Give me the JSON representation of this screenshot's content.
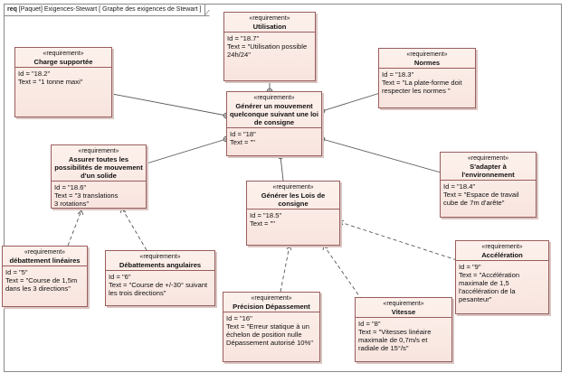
{
  "frame": {
    "keyword": "req",
    "label": "[Paquet] Exigences-Stewart [ Graphe des exigences de Stewart ]"
  },
  "stereotype": "«requirement»",
  "requirements": {
    "r18_7": {
      "name": "Utilisation",
      "id": "Id = \"18.7\"",
      "text": "Text = \"Utilisation possible 24h/24\""
    },
    "r18_2": {
      "name": "Charge supportée",
      "id": "Id = \"18.2\"",
      "text": "Text = \"1 tonne maxi\""
    },
    "r18_3": {
      "name": "Normes",
      "id": "Id = \"18.3\"",
      "text": "Text = \"La plate-forme doit respecter les normes \""
    },
    "r18": {
      "name": "Générer un mouvement quelconque suivant une loi de consigne",
      "id": "Id = \"18\"",
      "text": "Text = \"\""
    },
    "r18_6": {
      "name": "Assurer toutes les possibilités de mouvement d'un solide",
      "id": "Id = \"18.6\"",
      "text": "Text = \"3 translations\n3 rotations\""
    },
    "r18_4": {
      "name": "S'adapter à l'environnement",
      "id": "Id = \"18.4\"",
      "text": "Text = \"Espace de travail cube de 7m d'arête\""
    },
    "r18_5": {
      "name": "Générer les Lois de consigne",
      "id": "Id = \"18.5\"",
      "text": "Text = \"\""
    },
    "r5": {
      "name": "débattement linéaires",
      "id": "Id = \"5\"",
      "text": "Text = \"Course de 1,5m dans les 3 directions\""
    },
    "r6": {
      "name": "Débattements angulaires",
      "id": "Id = \"6\"",
      "text": "Text = \"Course de +/-30° suivant les trois directions\""
    },
    "r9": {
      "name": "Accélération",
      "id": "Id = \"9\"",
      "text": "Text = \"Accélération maximale de 1,5 l'accélération de la pesanteur\""
    },
    "r16": {
      "name": "Précision Dépassement",
      "id": "Id = \"16\"",
      "text": "Text = \"Erreur statique à un échelon de position nulle Dépassement autorisé 10%\""
    },
    "r8": {
      "name": "Vitesse",
      "id": "Id = \"8\"",
      "text": "Text = \"Vitesses linéaire maximale de 0,7m/s et radiale de 15°/s\""
    }
  },
  "colors": {
    "box_border": "#9a5d5d",
    "box_fill": "#fdf1ec",
    "line": "#555555"
  }
}
